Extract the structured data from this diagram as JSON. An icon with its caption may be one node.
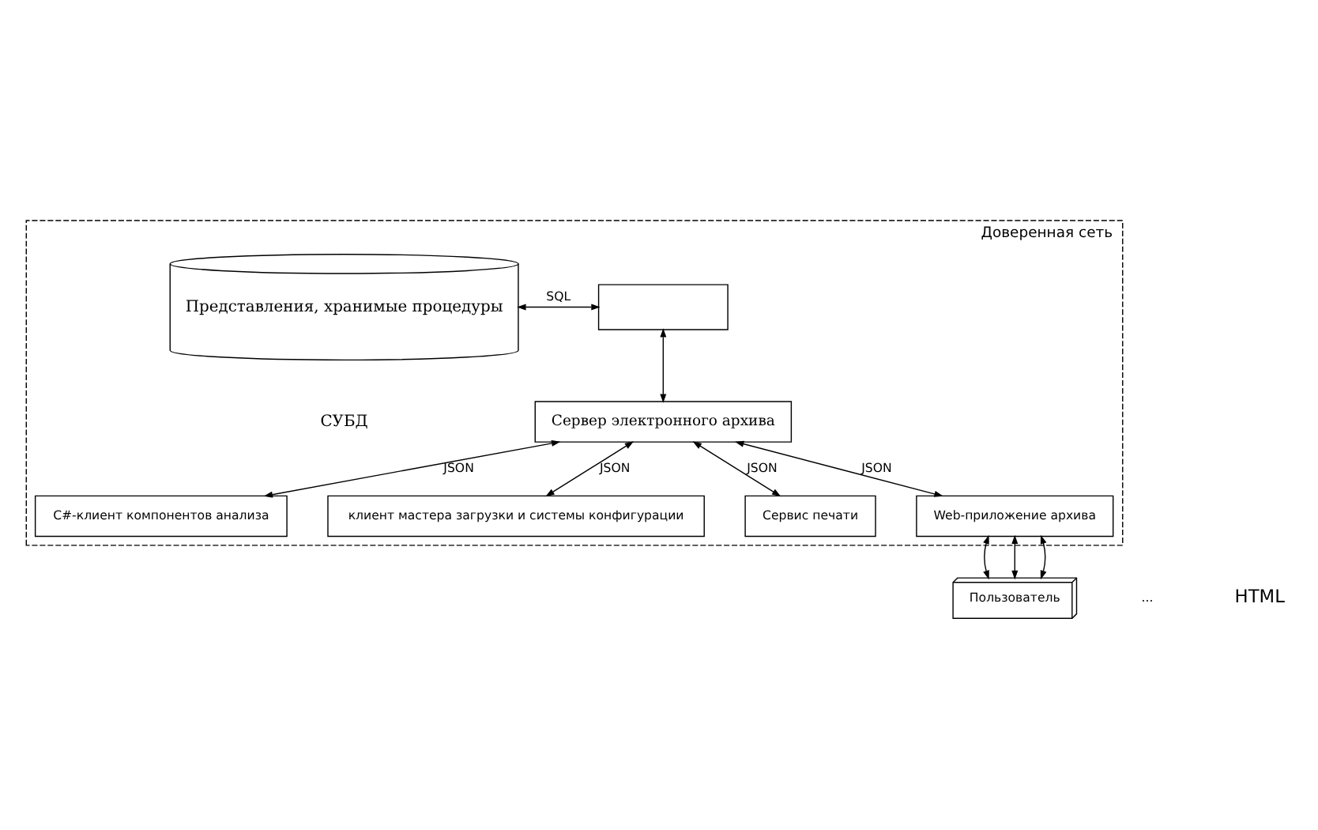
{
  "diagram": {
    "nodes": [
      {
        "text": [
          "Доверенная сеть"
        ]
      },
      {
        "text": [
          "Представления, хранимые процедуры"
        ],
        "beside": [
          "СУБД"
        ],
        "in": 0
      },
      {
        "text": [],
        "shape": "box",
        "in": 0
      },
      {
        "text": [
          "Сервер электронного архива"
        ],
        "in": 0
      },
      {
        "text": [
          "C#-клиент компонентов анализа"
        ],
        "in": 0
      },
      {
        "text": [
          "клиент мастера загрузки и системы конфигурации"
        ],
        "in": 0
      },
      {
        "text": [
          "Сервис печати"
        ],
        "in": 0
      },
      {
        "text": [
          "Web-приложение архива"
        ],
        "in": 0
      },
      {
        "text": [
          "Пользователь"
        ]
      }
    ],
    "edges": [
      {
        "from": 1,
        "to": 2,
        "arrow": "both",
        "label": "SQL"
      },
      {
        "from": 2,
        "to": 3,
        "arrow": "both"
      },
      {
        "from": 3,
        "to": 4,
        "arrow": "both",
        "label": "JSON"
      },
      {
        "from": 3,
        "to": 5,
        "arrow": "both",
        "label": "JSON"
      },
      {
        "from": 3,
        "to": 6,
        "arrow": "both",
        "label": "JSON"
      },
      {
        "from": 3,
        "to": 7,
        "arrow": "both",
        "label": "JSON"
      },
      {
        "from": 7,
        "to": 8,
        "arrow": "both"
      },
      {
        "from": 7,
        "to": 8,
        "arrow": "both"
      },
      {
        "from": 7,
        "to": 8,
        "arrow": "both"
      }
    ],
    "labels": [
      "...",
      "HTML"
    ]
  }
}
